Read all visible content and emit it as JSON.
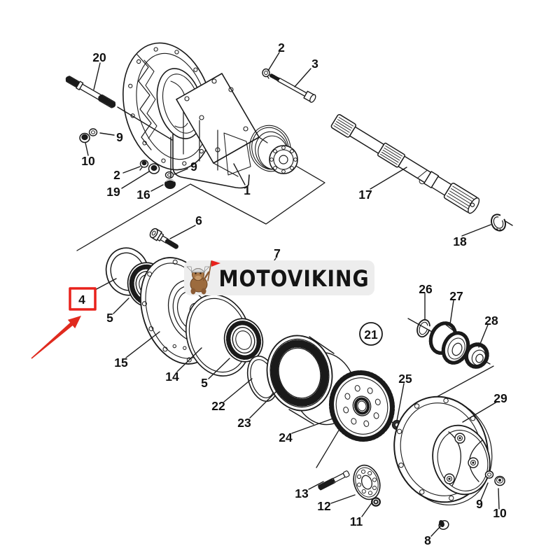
{
  "watermark": {
    "brand": "MOTOVIKING",
    "bg_color": "#ededed",
    "text_color": "#141414",
    "mascot": "viking-dog-with-red-flag",
    "flag_color": "#e8221c"
  },
  "highlight": {
    "target_part": "4",
    "box_color": "#e8221c",
    "arrow_color": "#e02a1e"
  },
  "diagram": {
    "type": "exploded-parts-diagram",
    "subject": "rear-axle-assembly",
    "line_color": "#1a1a1a",
    "background": "#ffffff"
  },
  "labels": [
    "20",
    "9",
    "10",
    "2",
    "19",
    "16",
    "9",
    "1",
    "2",
    "3",
    "17",
    "18",
    "6",
    "7",
    "4",
    "5",
    "15",
    "14",
    "5",
    "22",
    "23",
    "24",
    "21",
    "26",
    "27",
    "28",
    "25",
    "29",
    "13",
    "12",
    "11",
    "9",
    "10",
    "8"
  ]
}
